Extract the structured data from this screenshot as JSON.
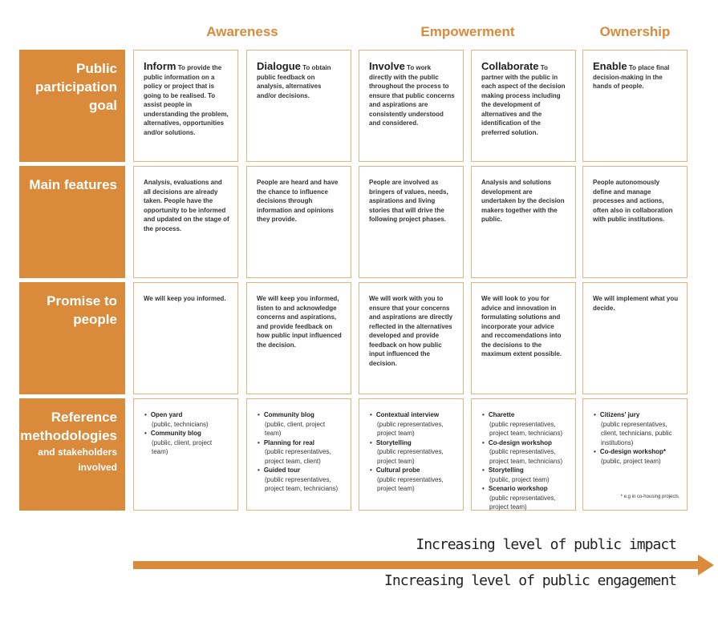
{
  "colors": {
    "accent": "#d98a3a",
    "border": "#e6b37e"
  },
  "headers": [
    "Awareness",
    "Empowerment",
    "Ownership"
  ],
  "rows": [
    {
      "label": "Public participation goal",
      "sub": ""
    },
    {
      "label": "Main features",
      "sub": ""
    },
    {
      "label": "Promise to people",
      "sub": ""
    },
    {
      "label": "Reference methodologies",
      "sub": "and stakeholders involved"
    }
  ],
  "goals": [
    {
      "title": "Inform",
      "text": "To provide the public information on a policy or project that is going to be realised. To assist people in understanding the problem, alternatives, opportunities and/or solutions."
    },
    {
      "title": "Dialogue",
      "text": "To obtain public feedback on analysis, alternatives and/or decisions."
    },
    {
      "title": "Involve",
      "text": "To work directly with the public throughout the process to ensure that public concerns and aspirations are consistently understood and considered."
    },
    {
      "title": "Collaborate",
      "text": "To partner with the public in each aspect of the decision making process including the development of alternatives and the identification of the preferred solution."
    },
    {
      "title": "Enable",
      "text": "To place final decision-making in the hands of people."
    }
  ],
  "features": [
    "Analysis, evaluations and all decisions are already taken. People have the opportunity to be informed and updated on the stage of the process.",
    "People are heard and have the chance to influence decisions through information and opinions they provide.",
    "People are involved as bringers of values, needs, aspirations and living stories that will drive the following project phases.",
    "Analysis and solutions development are undertaken by the decision makers together with the public.",
    "People autonomously define and manage processes and actions, often also in collaboration with public institutions."
  ],
  "promises": [
    "We will keep you informed.",
    "We will keep you informed, listen to and acknowledge concerns and aspirations, and provide feedback on how public input influenced the decision.",
    "We will work with you to ensure that your concerns and aspirations are directly reflected in the alternatives developed and provide feedback on how public input influenced the decision.",
    "We will look to you for advice and innovation in formulating solutions and incorporate your advice and reccomendations into the decisions to the maximum extent possible.",
    "We will implement what you decide."
  ],
  "methods": [
    [
      {
        "name": "Open yard",
        "who": "(public, technicians)"
      },
      {
        "name": "Community blog",
        "who": "(public, client, project team)"
      }
    ],
    [
      {
        "name": "Community blog",
        "who": "(public, client, project team)"
      },
      {
        "name": "Planning for real",
        "who": "(public representatives, project team, client)"
      },
      {
        "name": "Guided tour",
        "who": "(public representatives, project team, technicians)"
      }
    ],
    [
      {
        "name": "Contextual interview",
        "who": "(public representatives, project team)"
      },
      {
        "name": "Storytelling",
        "who": "(public representatives, project team)"
      },
      {
        "name": "Cultural probe",
        "who": "(public representatives, project team)"
      }
    ],
    [
      {
        "name": "Charette",
        "who": "(public representatives, project team, technicians)"
      },
      {
        "name": "Co-design workshop",
        "who": "(public representatives, project team, technicians)"
      },
      {
        "name": "Storytelling",
        "who": "(public, project team)"
      },
      {
        "name": "Scenario workshop",
        "who": "(public representatives, project team)"
      }
    ],
    [
      {
        "name": "Citizens' jury",
        "who": "(public representatives, client, technicians, public institutions)"
      },
      {
        "name": "Co-design workshop*",
        "who": "(public, project team)"
      }
    ]
  ],
  "footnote": "* e.g in co-housing projects",
  "arrow": {
    "top": "Increasing level of public impact",
    "bottom": "Increasing level of public engagement"
  }
}
